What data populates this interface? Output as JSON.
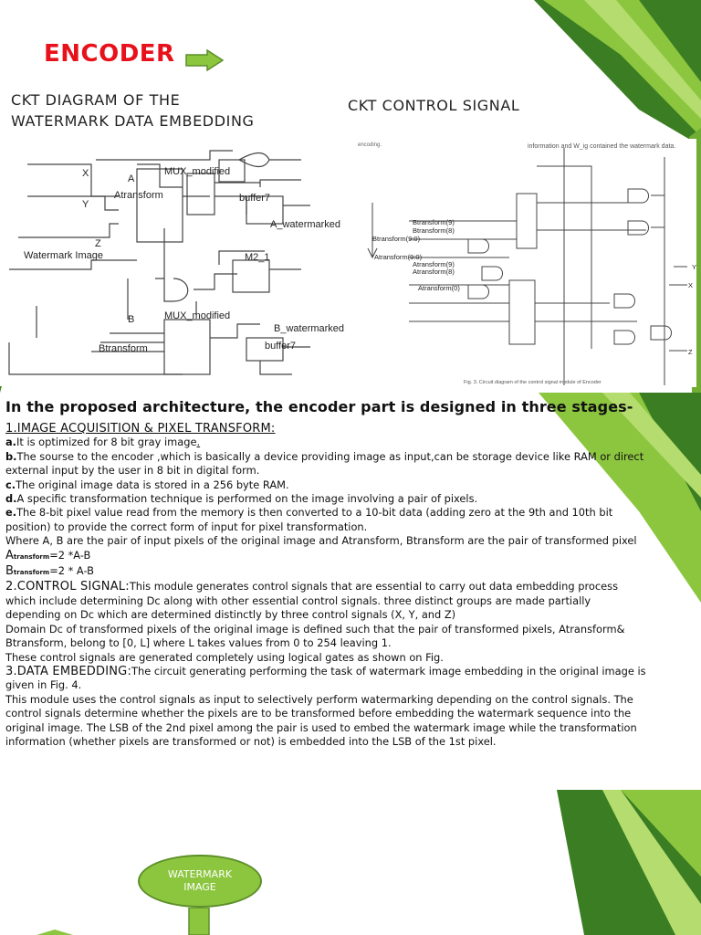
{
  "title": "ENCODER",
  "caption_left": [
    "CKT DIAGRAM OF THE",
    "WATERMARK DATA EMBEDDING"
  ],
  "caption_right": "CKT  CONTROL SIGNAL",
  "fig1": {
    "labels": {
      "x": "X",
      "y": "Y",
      "z": "Z",
      "a": "A",
      "atransform": "Atransform",
      "mux_top": "MUX_modified",
      "buffer7_top": "buffer7",
      "a_watermarked": "A_watermarked",
      "watermark_image": "Watermark Image",
      "m2_1": "M2_1",
      "b": "B",
      "btransform": "Btransform",
      "mux_bottom": "MUX_modified",
      "b_watermarked": "B_watermarked",
      "buffer7_bottom": "buffer7"
    }
  },
  "fig2": {
    "top_text_left": "encoding.",
    "top_text_right": "information and W_ig contained the watermark data.",
    "labels": {
      "btransform_a": "Btransform(9)",
      "btransform_b": "Btransform(8)",
      "btransform_c": "Btransform(9:0)",
      "atransform_a": "Atransform(9:0)",
      "atransform_b": "Atransform(9)",
      "atransform_c": "Atransform(8)",
      "atransform_d": "Atransform(0)",
      "y": "Y",
      "x": "X",
      "z": "Z"
    },
    "caption": "Fig. 3. Circuit diagram of the control signal module of Encoder"
  },
  "heading": "In the proposed architecture, the encoder part is designed in three stages-",
  "s1": {
    "title": "1.IMAGE ACQUISITION & PIXEL TRANSFORM:",
    "a_key": "a.",
    "a": "It is optimized for 8 bit gray image",
    "a_end": ".",
    "b_key": "b.",
    "b": "The sourse to the encoder ,which is basically a device providing image as input,can be storage device like RAM or direct external input by the user in 8 bit in digital form.",
    "c_key": "c.",
    "c": "The original image data is stored in a 256 byte RAM.",
    "d_key": "d.",
    "d": "A specific transformation technique is performed on the image involving a pair of pixels.",
    "e_key": "e.",
    "e": "The 8-bit pixel value read from the memory is then converted to a 10-bit data (adding zero at the 9th and 10th bit position) to provide the correct form of input for pixel transformation.",
    "where": "Where A, B are the pair of input pixels of the original image and Atransform, Btransform are the pair of transformed pixel",
    "eq1_main": "A",
    "eq1_sub": "transform",
    "eq1_rest": "=2 *A-B",
    "eq2_main": "B",
    "eq2_sub": "transform",
    "eq2_rest": "=2 * A-B"
  },
  "s2": {
    "title": "2.CONTROL SIGNAL:",
    "text": "This module generates control signals that are essential to carry out data embedding process which include determining Dc along with other essential control signals.  three distinct groups are made partially depending on Dc which are determined distinctly by three control signals (X, Y, and Z)",
    "p2": "Domain Dc of transformed pixels of the original image is defined such that the pair of transformed pixels, Atransform& Btransform, belong to [0, L] where L takes values from 0 to 254 leaving 1.",
    "p3": "These control signals are generated completely using logical gates as shown on Fig."
  },
  "s3": {
    "title": "3.DATA EMBEDDING:",
    "text": "The circuit generating performing the task of watermark image embedding in the original image is given in Fig. 4.",
    "p2": "This module uses the control signals as input to selectively perform watermarking depending on the control signals. The control signals determine whether the pixels are to be transformed before embedding the watermark sequence into the original image. The LSB of the 2nd pixel among the pair is used to embed the watermark image while the transformation information (whether pixels are transformed or not) is embedded into the LSB of the 1st pixel."
  },
  "watermark_box": [
    "WATERMARK",
    "IMAGE"
  ],
  "colors": {
    "title": "#e8111b",
    "arrow": "#8cc63f",
    "leaf_light": "#8cc63f",
    "leaf_dark": "#3b7d23"
  }
}
